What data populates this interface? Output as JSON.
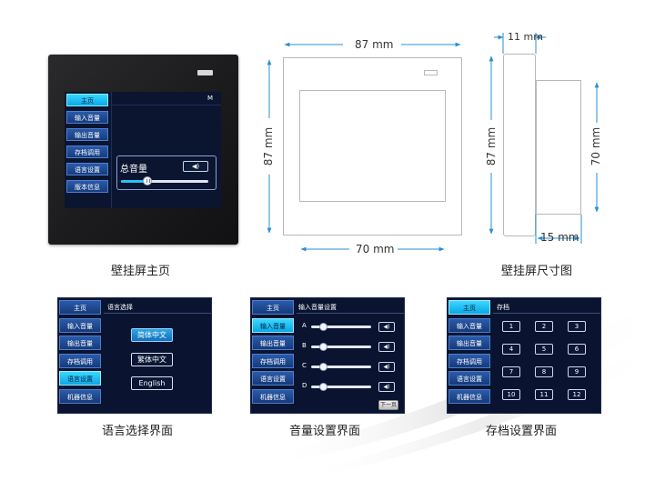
{
  "main_device": {
    "menu": [
      "主页",
      "输入音量",
      "输出音量",
      "存档调用",
      "语言设置",
      "版本信息"
    ],
    "active_index": 0,
    "corner_label": "M",
    "volume_title": "总音量",
    "speaker_icon": "speaker-icon",
    "volume_level": 0.3
  },
  "dimensions": {
    "front_width": "87 mm",
    "front_height": "87 mm",
    "front_inner_width": "70 mm",
    "side_depth": "11 mm",
    "side_height": "87 mm",
    "side_back_height": "70 mm",
    "side_back_depth": "15 mm"
  },
  "captions": {
    "main": "壁挂屏主页",
    "dims": "壁挂屏尺寸图",
    "language": "语言选择界面",
    "volume": "音量设置界面",
    "preset": "存档设置界面"
  },
  "language_screen": {
    "menu": [
      "主页",
      "输入音量",
      "输出音量",
      "存档调用",
      "语言设置",
      "机器信息"
    ],
    "active_index": 4,
    "title": "语言选择",
    "options": [
      "简体中文",
      "繁体中文",
      "English"
    ],
    "selected_index": 0
  },
  "volume_screen": {
    "menu": [
      "主页",
      "输入音量",
      "输出音量",
      "存档调用",
      "语言设置",
      "机器信息"
    ],
    "active_index": 1,
    "title": "输入音量设置",
    "channels": [
      {
        "label": "A",
        "level": 0.2
      },
      {
        "label": "B",
        "level": 0.2
      },
      {
        "label": "C",
        "level": 0.2
      },
      {
        "label": "D",
        "level": 0.2
      }
    ],
    "next_label": "下一页"
  },
  "preset_screen": {
    "menu": [
      "主页",
      "输入音量",
      "输出音量",
      "存档调用",
      "语言设置",
      "机器信息"
    ],
    "active_index": 0,
    "title": "存档",
    "slots": [
      "1",
      "2",
      "3",
      "4",
      "5",
      "6",
      "7",
      "8",
      "9",
      "10",
      "11",
      "12"
    ]
  }
}
